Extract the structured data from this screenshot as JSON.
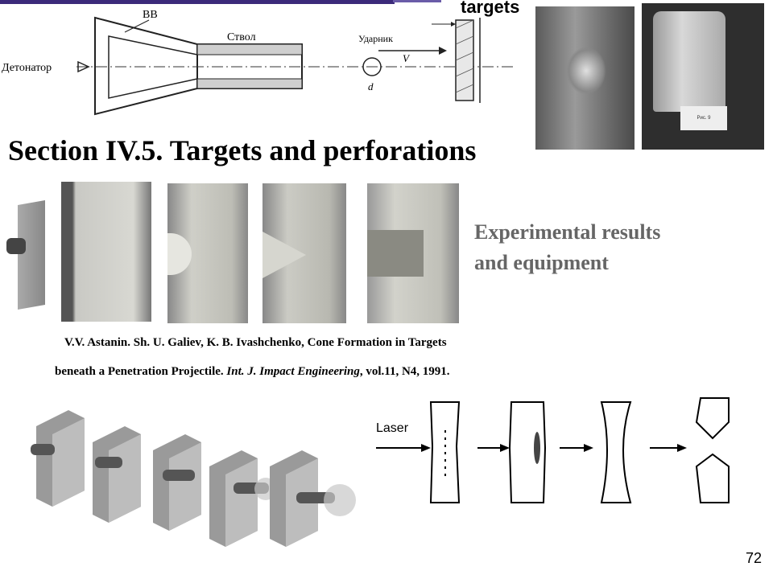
{
  "slide": {
    "top_label": "targets",
    "title": "Section IV.5. Targets  and perforations",
    "experimental_lines": [
      "Experimental  results",
      "and equipment"
    ],
    "citation_line1": "V.V. Astanin. Sh. U. Galiev, K. B. Ivashchenko,  Cone Formation in Targets",
    "citation_line2_prefix": "beneath a Penetration Projectile.  ",
    "citation_line2_journal": "Int. J. Impact Engineering",
    "citation_line2_suffix": ", vol.11, N4, 1991.",
    "page_number": "72"
  },
  "schematic": {
    "vv_label": "ВВ",
    "barrel_label": "Ствол",
    "detonator_label": "Детонатор",
    "striker_label": "Ударник",
    "velocity_label": "V",
    "diameter_label": "d"
  },
  "laser_diagram": {
    "laser_label": "Laser"
  },
  "photo_small_caption": "Рис. 9"
}
